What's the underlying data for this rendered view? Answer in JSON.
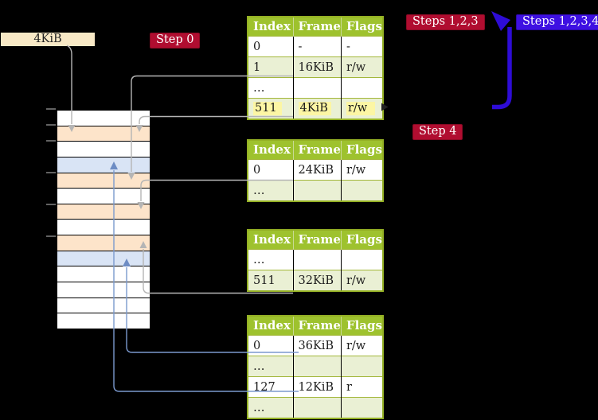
{
  "labels": {
    "page_size_box": "4KiB",
    "step0": "Step 0",
    "step4": "Step 4",
    "steps_123": "Steps 1,2,3",
    "steps_1234": "Steps 1,2,3,4"
  },
  "colors": {
    "background": "#000000",
    "crimson_label": "#b00d30",
    "blue_violet_label": "#3e10e2",
    "loop_arrow_blue": "#2e0cd6",
    "table_header_green": "#9ec22e",
    "table_border_green": "#94b024",
    "row_light_green": "#eaf0d4",
    "highlight_yellow": "#fcf6a4",
    "frame_table_peach": "#fde4ca",
    "frame_page_blue": "#d9e4f5",
    "size_box_wheat": "#f8e9c6",
    "grey_pointer_line": "#b5b5b5",
    "blue_mapping_line": "#7b99ce"
  },
  "memory": {
    "rows": [
      {
        "kind": "free"
      },
      {
        "kind": "table"
      },
      {
        "kind": "free"
      },
      {
        "kind": "page"
      },
      {
        "kind": "table"
      },
      {
        "kind": "free"
      },
      {
        "kind": "table"
      },
      {
        "kind": "free"
      },
      {
        "kind": "table"
      },
      {
        "kind": "page"
      },
      {
        "kind": "free"
      },
      {
        "kind": "free"
      },
      {
        "kind": "free"
      },
      {
        "kind": "free"
      }
    ]
  },
  "tables": [
    {
      "headers": [
        "Index",
        "Frame",
        "Flags"
      ],
      "rows": [
        {
          "index": "0",
          "frame": "-",
          "flags": "-"
        },
        {
          "index": "1",
          "frame": "16KiB",
          "flags": "r/w"
        },
        {
          "index": "…",
          "frame": "",
          "flags": ""
        },
        {
          "index": "511",
          "frame": "4KiB",
          "flags": "r/w"
        }
      ]
    },
    {
      "headers": [
        "Index",
        "Frame",
        "Flags"
      ],
      "rows": [
        {
          "index": "0",
          "frame": "24KiB",
          "flags": "r/w"
        },
        {
          "index": "…",
          "frame": "",
          "flags": ""
        }
      ]
    },
    {
      "headers": [
        "Index",
        "Frame",
        "Flags"
      ],
      "rows": [
        {
          "index": "…",
          "frame": "",
          "flags": ""
        },
        {
          "index": "511",
          "frame": "32KiB",
          "flags": "r/w"
        }
      ]
    },
    {
      "headers": [
        "Index",
        "Frame",
        "Flags"
      ],
      "rows": [
        {
          "index": "0",
          "frame": "36KiB",
          "flags": "r/w"
        },
        {
          "index": "…",
          "frame": "",
          "flags": ""
        },
        {
          "index": "127",
          "frame": "12KiB",
          "flags": "r"
        },
        {
          "index": "…",
          "frame": "",
          "flags": ""
        }
      ]
    }
  ]
}
